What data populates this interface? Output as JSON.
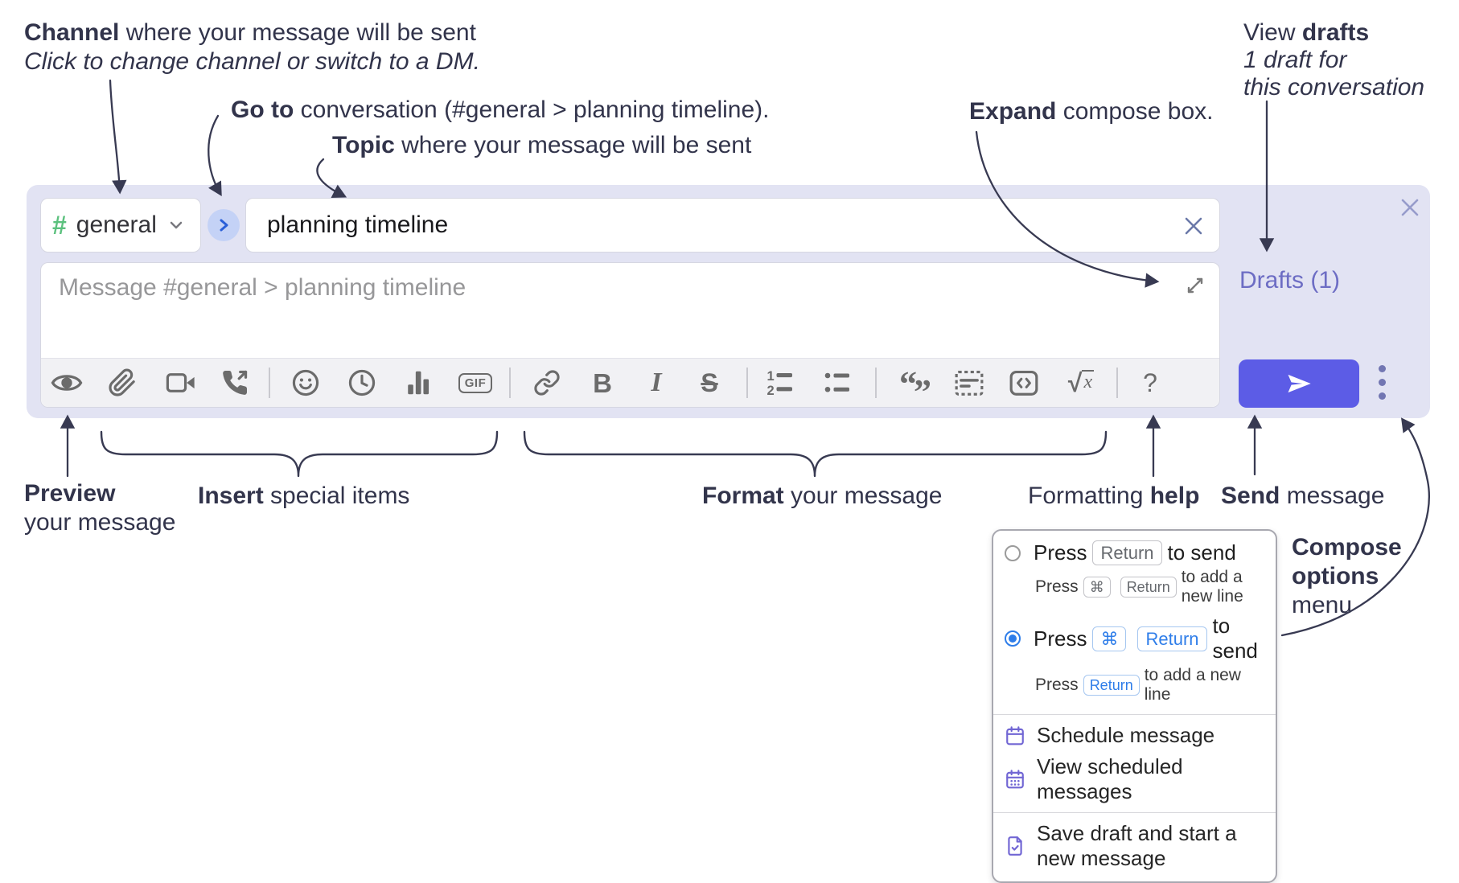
{
  "colors": {
    "accent_send": "#5c5ce6",
    "container_bg": "#e2e3f3",
    "drafts_link": "#6d6dc4",
    "channel_hash_green": "#5cc17e",
    "menu_icon_purple": "#7166d4",
    "kbd_blue": "#2e7de9",
    "annotation_ink": "#32344b",
    "toolbar_icon_gray": "#6b6b6b"
  },
  "annotations": {
    "channel": {
      "bold": "Channel",
      "rest": " where your message will be sent",
      "sub": "Click to change channel or switch to a DM."
    },
    "goto": {
      "bold": "Go to",
      "rest": " conversation (#general > planning timeline)."
    },
    "topic": {
      "bold": "Topic",
      "rest": " where your message will be sent"
    },
    "expand": {
      "bold": "Expand",
      "rest": " compose box."
    },
    "view_drafts": {
      "pre": "View ",
      "bold": "drafts",
      "line2": "1 draft for",
      "line3": "this conversation"
    },
    "preview": {
      "bold": "Preview",
      "line2": "your message"
    },
    "insert": {
      "bold": "Insert",
      "rest": " special items"
    },
    "format": {
      "bold": "Format",
      "rest": " your message"
    },
    "help": {
      "pre": "Formatting ",
      "bold": "help"
    },
    "send": {
      "bold": "Send",
      "rest": " message"
    },
    "compose_options": {
      "line1": "Compose",
      "line2": "options",
      "line3": "menu"
    }
  },
  "compose_box": {
    "channel_name": "general",
    "channel_hash": "#",
    "topic_value": "planning timeline",
    "message_placeholder": "Message #general > planning timeline",
    "drafts_link": "Drafts (1)",
    "toolbar_icons": [
      "preview-eye",
      "attach-file",
      "video-call",
      "voice-call",
      "emoji",
      "schedule",
      "poll",
      "gif",
      "link",
      "bold",
      "italic",
      "strikethrough",
      "numbered-list",
      "bulleted-list",
      "quote",
      "spoiler",
      "code",
      "math",
      "help"
    ],
    "glyphs": {
      "gif": "GIF",
      "bold": "B",
      "italic": "I",
      "strike": "S",
      "sqrt": "√",
      "x": "x",
      "help": "?",
      "quote_open": "“",
      "quote_close": "”"
    }
  },
  "options_menu": {
    "option_enter": {
      "press": "Press",
      "key": "Return",
      "after": "to send",
      "sub_press": "Press",
      "sub_key1": "⌘",
      "sub_key2": "Return",
      "sub_after": "to add a new line"
    },
    "option_cmd_enter": {
      "press": "Press",
      "key1": "⌘",
      "key2": "Return",
      "after": "to send",
      "sub_press": "Press",
      "sub_key": "Return",
      "sub_after": "to add a new line"
    },
    "items": [
      {
        "label": "Schedule message"
      },
      {
        "label": "View scheduled messages"
      },
      {
        "label": "Save draft and start a new message"
      }
    ]
  }
}
